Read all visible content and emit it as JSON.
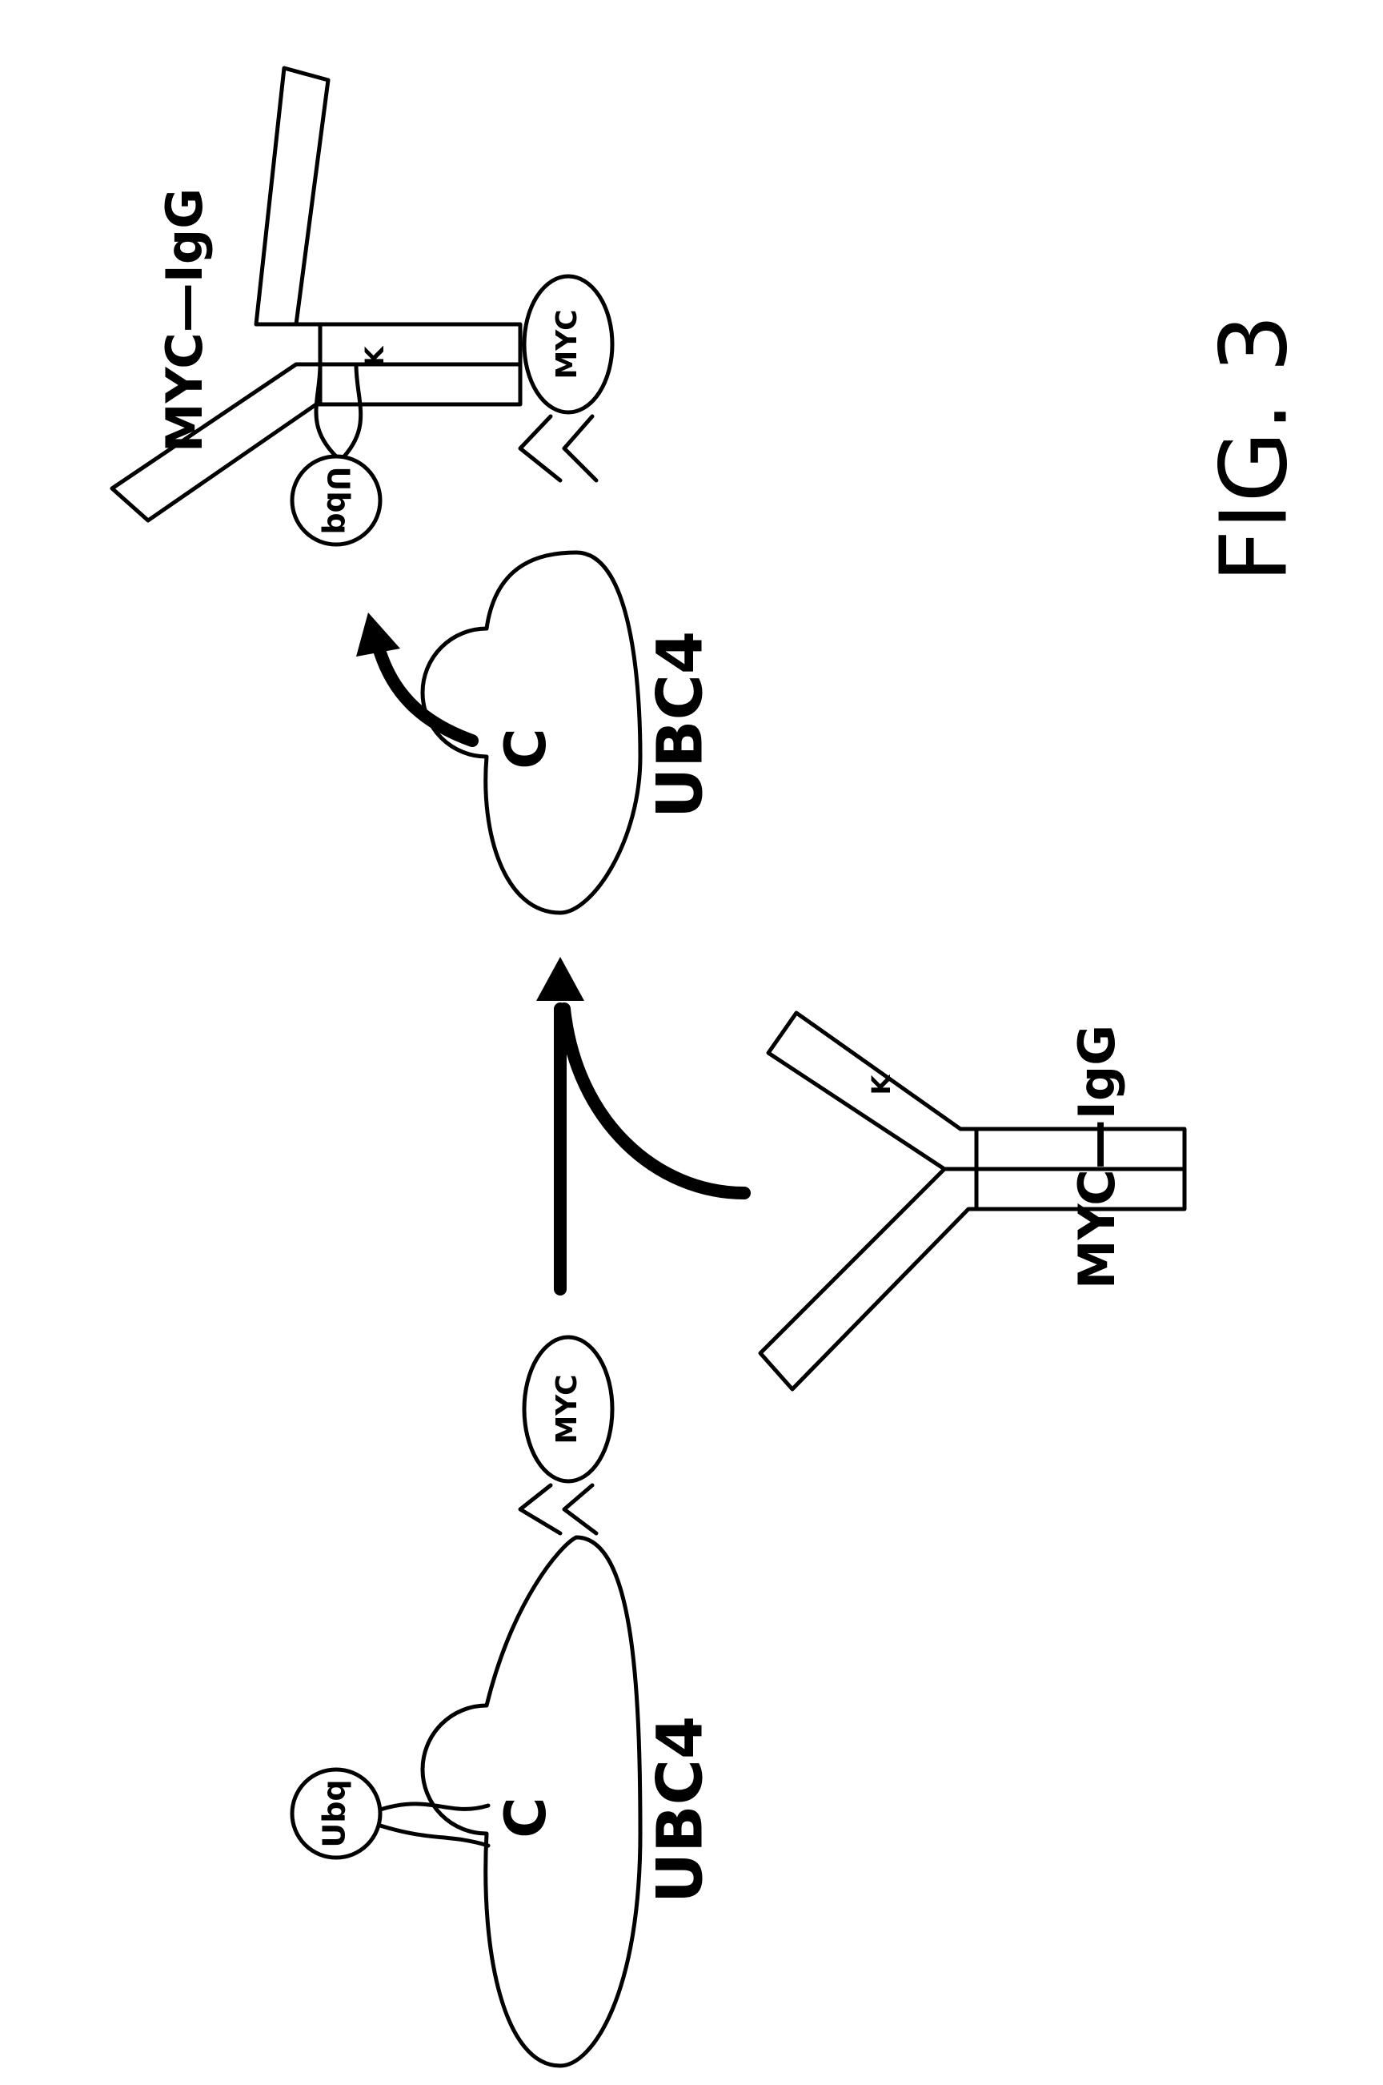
{
  "figure_label": "FIG. 3",
  "enzyme_label": "UBC4",
  "cysteine_label": "C",
  "ubiquitin_label": "Ubq",
  "myc_tag_label": "MYC",
  "antibody_label": "MYC—IgG",
  "lysine_label": "K"
}
